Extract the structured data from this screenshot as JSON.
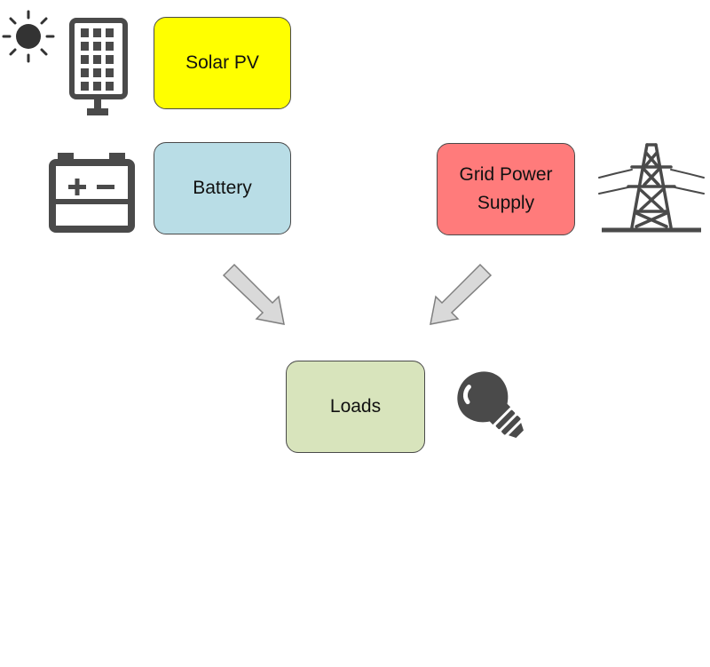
{
  "diagram": {
    "nodes": [
      {
        "id": "solar",
        "label": "Solar PV",
        "fill": "#FFFF00"
      },
      {
        "id": "battery",
        "label": "Battery",
        "fill": "#B9DDE6"
      },
      {
        "id": "grid",
        "label": "Grid Power\nSupply",
        "fill": "#FF7B7B"
      },
      {
        "id": "loads",
        "label": "Loads",
        "fill": "#D8E4BC"
      }
    ],
    "edges": [
      {
        "from": "battery",
        "to": "loads"
      },
      {
        "from": "grid",
        "to": "loads"
      }
    ],
    "icons": [
      "sun-icon",
      "solar-panel-icon",
      "battery-icon",
      "transmission-tower-icon",
      "light-bulb-icon"
    ],
    "colors": {
      "icon": "#4A4A4A",
      "sun": "#333333",
      "arrow_fill": "#D9D9D9",
      "arrow_stroke": "#7F7F7F",
      "border": "#4A4A4A"
    }
  }
}
